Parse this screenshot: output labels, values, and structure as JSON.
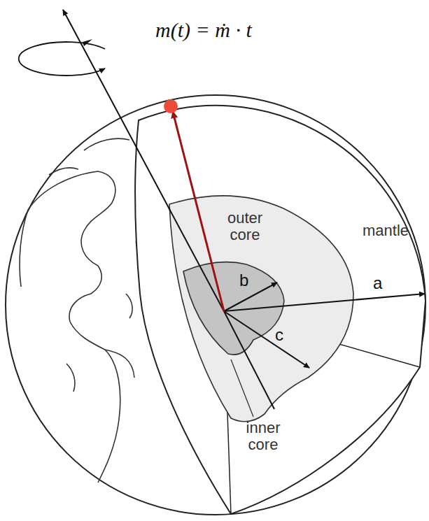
{
  "diagram": {
    "labels": [
      "m(t) = ṁ · t",
      "outer core",
      "mantle",
      "b",
      "a",
      "c",
      "inner core"
    ]
  }
}
